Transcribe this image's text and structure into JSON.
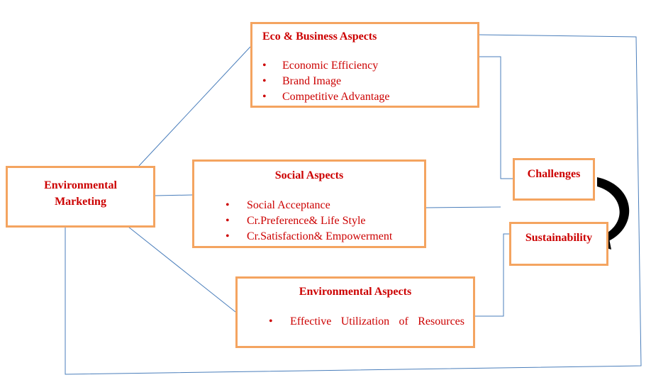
{
  "diagram": {
    "colors": {
      "box_border": "#f4a460",
      "text": "#cc0000",
      "connector": "#4a7ebb",
      "arrow": "#000000"
    },
    "nodes": {
      "environmental_marketing": {
        "title": "Environmental\nMarketing"
      },
      "eco_business": {
        "title": "Eco & Business Aspects",
        "items": [
          "Economic Efficiency",
          "Brand Image",
          "Competitive Advantage"
        ]
      },
      "social": {
        "title": "Social Aspects",
        "items": [
          "Social Acceptance",
          "Cr.Preference& Life Style",
          "Cr.Satisfaction& Empowerment"
        ]
      },
      "environmental": {
        "title": "Environmental Aspects",
        "items": [
          "Effective Utilization of Resources"
        ]
      },
      "challenges": {
        "title": "Challenges"
      },
      "sustainability": {
        "title": "Sustainability"
      }
    },
    "edges": [
      {
        "from": "environmental_marketing",
        "to": "eco_business"
      },
      {
        "from": "environmental_marketing",
        "to": "social"
      },
      {
        "from": "environmental_marketing",
        "to": "environmental"
      },
      {
        "from": "eco_business",
        "to": "challenges"
      },
      {
        "from": "social",
        "to": "challenges"
      },
      {
        "from": "environmental",
        "to": "sustainability"
      },
      {
        "from": "challenges",
        "to": "sustainability",
        "style": "curved-arrow"
      },
      {
        "from": "environmental_marketing",
        "to": "eco_business",
        "style": "outer-loop"
      }
    ]
  }
}
